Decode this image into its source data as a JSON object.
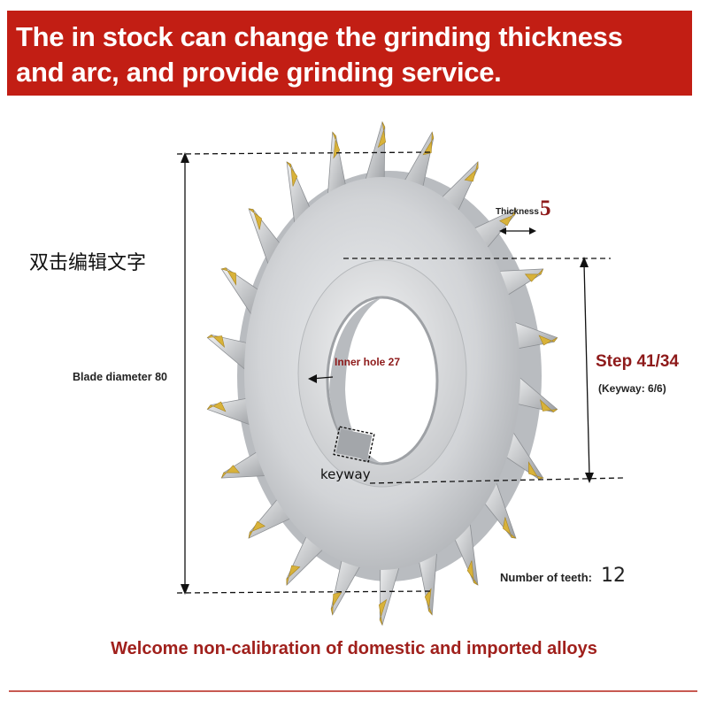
{
  "banner": {
    "line1": "The in stock can change the grinding thickness",
    "line2": "and arc, and provide grinding service."
  },
  "labels": {
    "chinese_placeholder": "双击编辑文字",
    "blade_diameter": "Blade diameter 80",
    "thickness_label": "Thickness",
    "thickness_value": "5",
    "step": "Step 41/34",
    "keyway_info": "(Keyway: 6/6)",
    "inner_hole": "Inner hole 27",
    "keyway": "keyway",
    "teeth_label": "Number of teeth:",
    "teeth_value": "12"
  },
  "footer": {
    "text": "Welcome non-calibration of domestic and imported alloys"
  },
  "colors": {
    "banner_bg": "#c21e14",
    "accent_text": "#8e1a1a",
    "blade_steel": "#cfd1d4",
    "carbide_tip": "#d8b23a"
  }
}
